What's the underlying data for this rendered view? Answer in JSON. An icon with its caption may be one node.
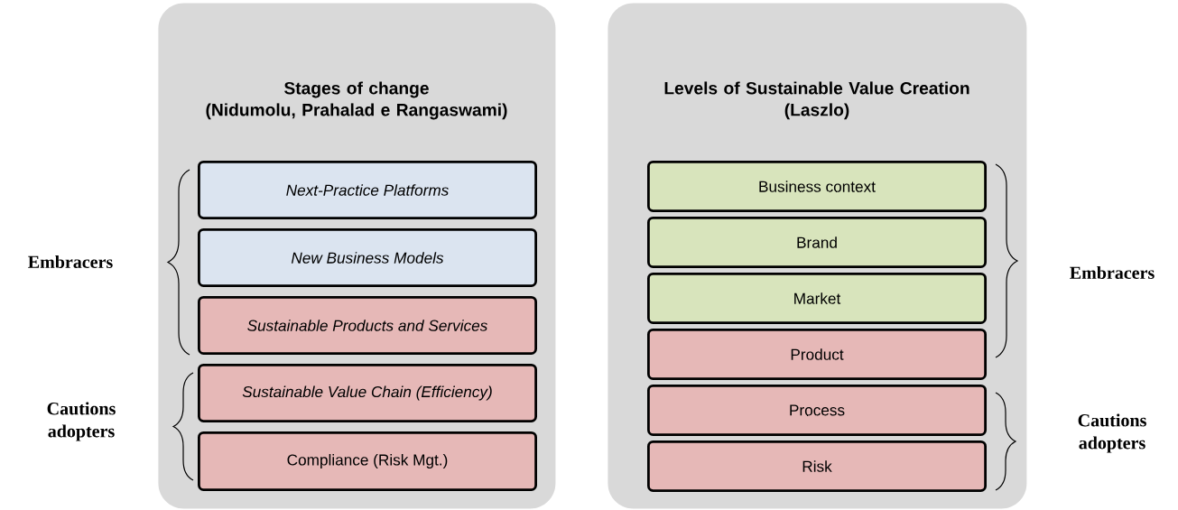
{
  "diagram": {
    "nodes": [
      {
        "text": [
          "Stages of change (Nidumolu, Prahalad e Rangaswami)"
        ]
      },
      {
        "text": [
          "Next-Practice Platforms"
        ],
        "in": 0
      },
      {
        "text": [
          "New Business Models"
        ],
        "in": 0
      },
      {
        "text": [
          "Sustainable Products and Services"
        ],
        "in": 0
      },
      {
        "text": [
          "Sustainable Value Chain (Efficiency)"
        ],
        "in": 0
      },
      {
        "text": [
          "Compliance (Risk Mgt.)"
        ],
        "in": 0
      },
      {
        "text": [
          "Levels of Sustainable Value Creation (Laszlo)"
        ]
      },
      {
        "text": [
          "Business context"
        ],
        "in": 6
      },
      {
        "text": [
          "Brand"
        ],
        "in": 6
      },
      {
        "text": [
          "Market"
        ],
        "in": 6
      },
      {
        "text": [
          "Product"
        ],
        "in": 6
      },
      {
        "text": [
          "Process"
        ],
        "in": 6
      },
      {
        "text": [
          "Risk"
        ],
        "in": 6
      }
    ],
    "labels": [
      "Embracers",
      "Embracers",
      "Cautions adopters",
      "Cautions adopters"
    ]
  }
}
